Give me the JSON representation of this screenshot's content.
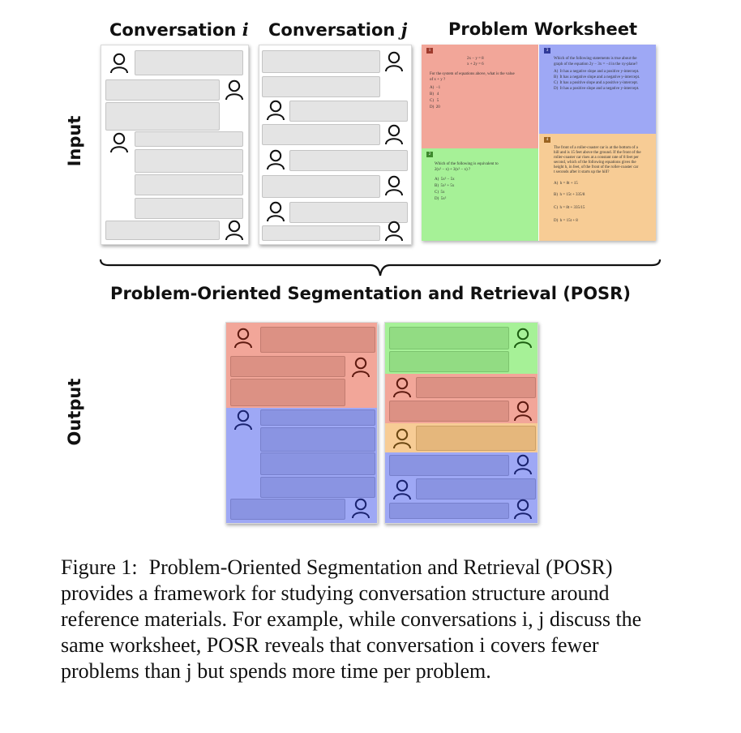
{
  "headers": {
    "conv_i": "Conversation",
    "conv_i_var": "i",
    "conv_j": "Conversation",
    "conv_j_var": "j",
    "worksheet": "Problem Worksheet"
  },
  "row_labels": {
    "input": "Input",
    "output": "Output"
  },
  "posr_label": "Problem-Oriented Segmentation and Retrieval (POSR)",
  "colors": {
    "problem1": "#f2a699",
    "problem2": "#a6f197",
    "problem3": "#9ea8f5",
    "problem4": "#f7cc95",
    "message_gray": "#e4e4e4"
  },
  "worksheet": {
    "p1": {
      "number": "1",
      "lines": [
        "2x − y = 8",
        "x + 2y = 6",
        "For the system of equations above, what is the value",
        "of x + y ?",
        "A)  −1",
        "B)   4",
        "C)   5",
        "D)  20"
      ]
    },
    "p2": {
      "number": "2",
      "lines": [
        "Which of the following is equivalent to",
        "2(x² − x) + 3(x² − x) ?",
        "A)  5x² − 5x",
        "B)  5x² + 5x",
        "C)  5x",
        "D)  5x²"
      ]
    },
    "p3": {
      "number": "3",
      "lines": [
        "Which of the following statements is true about the",
        "graph of the equation 2y − 3x = −4 in the xy-plane?",
        "A)  It has a negative slope and a positive y-intercept.",
        "B)  It has a negative slope and a negative y-intercept.",
        "C)  It has a positive slope and a positive y-intercept.",
        "D)  It has a positive slope and a negative y-intercept."
      ]
    },
    "p4": {
      "number": "4",
      "lines": [
        "The front of a roller-coaster car is at the bottom of a",
        "hill and is 15 feet above the ground. If the front of the",
        "roller-coaster car rises at a constant rate of 8 feet per",
        "second, which of the following equations gives the",
        "height h, in feet, of the front of the roller-coaster car",
        "t seconds after it starts up the hill?",
        "A)  h = 8t + 15",
        "B)  h = 15t + 335/8",
        "C)  h = 8t + 335/15",
        "D)  h = 15t + 8"
      ]
    }
  },
  "caption": {
    "label": "Figure 1:",
    "text": "Problem-Oriented Segmentation and Retrieval (POSR) provides a framework for studying conversation structure around reference materials. For example, while conversations i, j discuss the same worksheet, POSR reveals that conversation i covers fewer problems than j but spends more time per problem."
  }
}
